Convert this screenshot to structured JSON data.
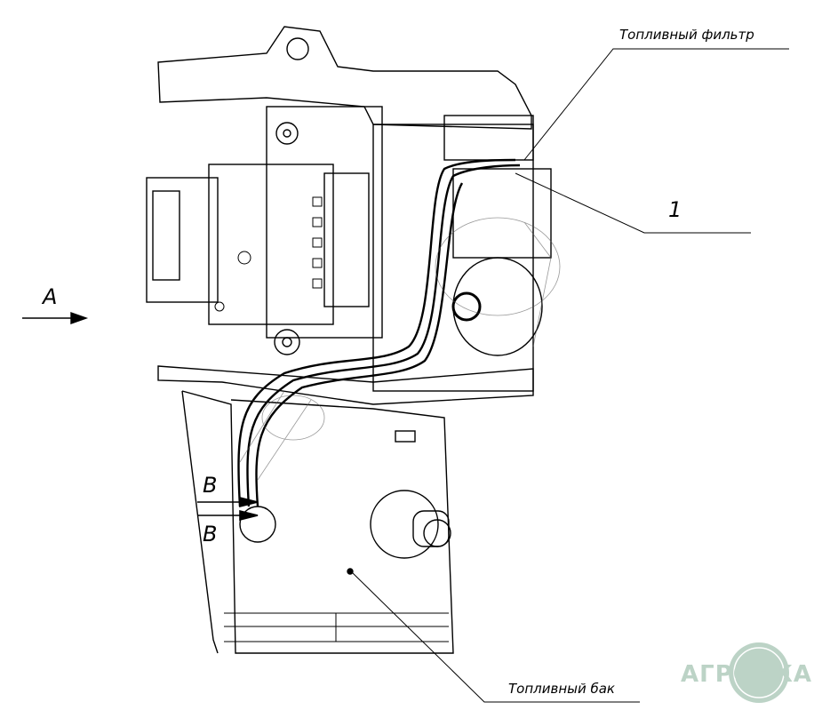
{
  "labels": {
    "fuel_filter": "Топливный фильтр",
    "fuel_tank": "Топливный бак",
    "callout_1": "1",
    "view_a": "A",
    "section_b_top": "B",
    "section_b_bottom": "B"
  },
  "logo": {
    "text": "АГРОНКА",
    "color": "#bcd3c6"
  }
}
